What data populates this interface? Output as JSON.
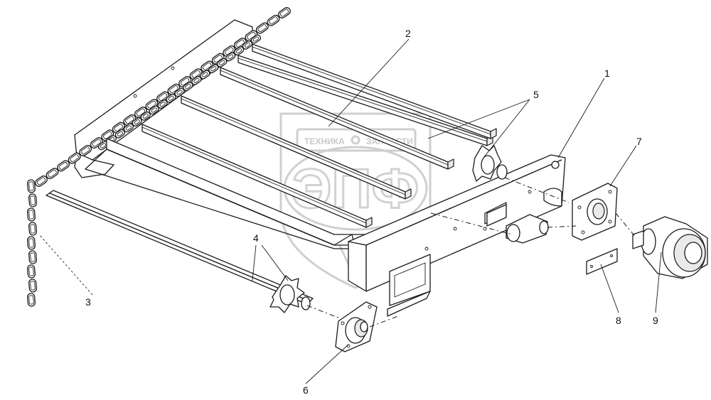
{
  "watermark": {
    "line1": "ТЕХНИКА",
    "line2": "ЗАПЧАСТИ",
    "logo": "ЭПФ"
  },
  "callouts": [
    {
      "id": "1",
      "text": "1"
    },
    {
      "id": "2",
      "text": "2"
    },
    {
      "id": "3",
      "text": "3"
    },
    {
      "id": "4",
      "text": "4"
    },
    {
      "id": "5",
      "text": "5"
    },
    {
      "id": "6",
      "text": "6"
    },
    {
      "id": "7",
      "text": "7"
    },
    {
      "id": "8",
      "text": "8"
    },
    {
      "id": "9",
      "text": "9"
    }
  ],
  "colors": {
    "line": "#1a1a1a",
    "watermark": "#cfcfcf",
    "background": "#ffffff"
  }
}
